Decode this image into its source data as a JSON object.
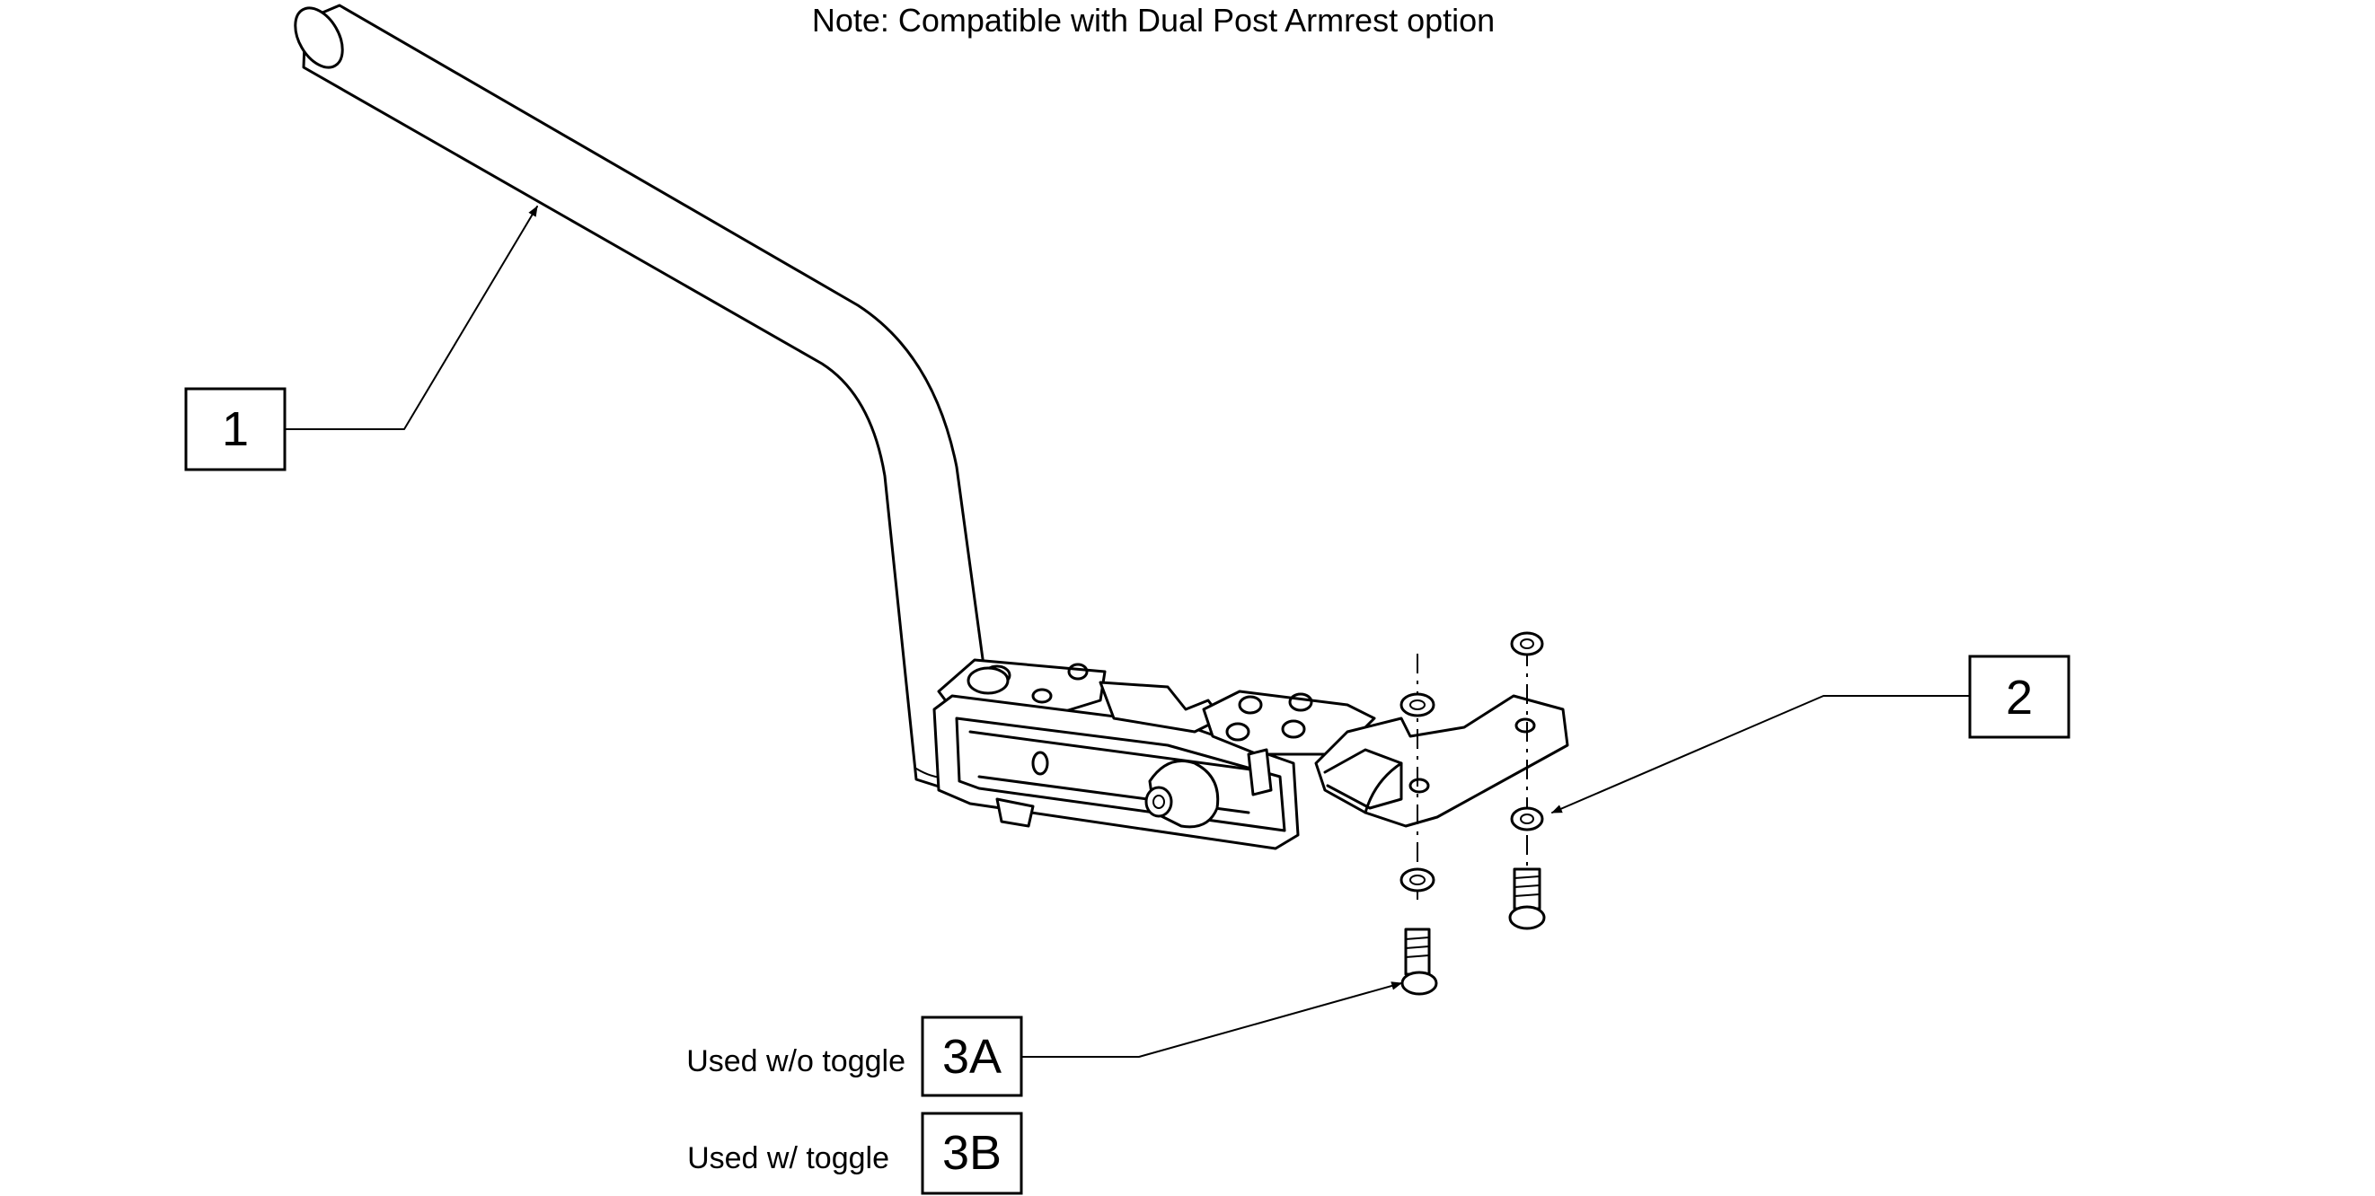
{
  "note": "Note: Compatible with Dual Post Armrest option",
  "callouts": {
    "c1": "1",
    "c2": "2",
    "c3a": "3A",
    "c3b": "3B"
  },
  "labels": {
    "used_without_toggle": "Used w/o toggle",
    "used_with_toggle": "Used w/ toggle"
  }
}
